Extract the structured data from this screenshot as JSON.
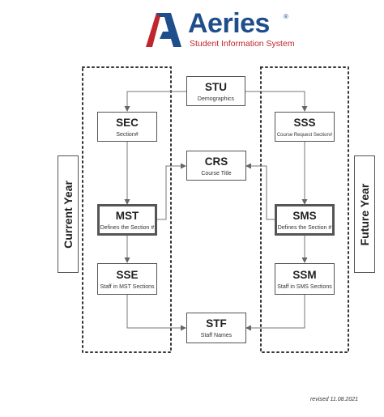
{
  "logo": {
    "word": "Aeries",
    "registered": "®",
    "tagline": "Student Information System",
    "colors": {
      "blue": "#1f4e8c",
      "red": "#c0262d"
    }
  },
  "year_labels": {
    "current": "Current Year",
    "future": "Future Year"
  },
  "nodes": {
    "stu": {
      "code": "STU",
      "desc": "Demographics"
    },
    "sec": {
      "code": "SEC",
      "desc": "Section#"
    },
    "sss": {
      "code": "SSS",
      "desc": "Course Request Section#"
    },
    "crs": {
      "code": "CRS",
      "desc": "Course Title"
    },
    "mst": {
      "code": "MST",
      "desc": "Defines the Section #"
    },
    "sms": {
      "code": "SMS",
      "desc": "Defines the Section #"
    },
    "sse": {
      "code": "SSE",
      "desc": "Staff in MST Sections"
    },
    "ssm": {
      "code": "SSM",
      "desc": "Staff in SMS Sections"
    },
    "stf": {
      "code": "STF",
      "desc": "Staff Names"
    }
  },
  "footer": {
    "revised": "revised 11.08.2021"
  }
}
